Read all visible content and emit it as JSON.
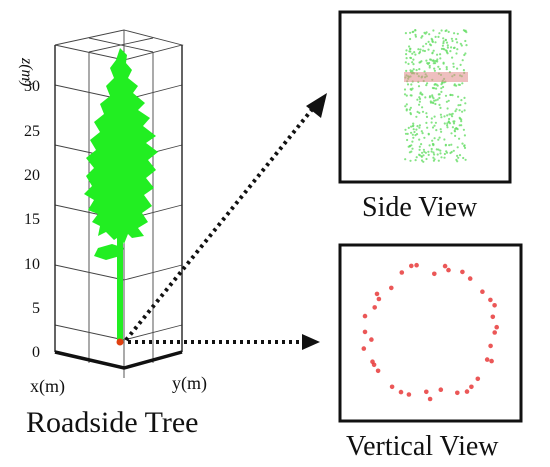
{
  "main_panel": {
    "z_axis_label": "z(m)",
    "z_ticks": [
      "0",
      "5",
      "10",
      "15",
      "20",
      "25",
      "30"
    ],
    "x_axis_label": "x(m)",
    "y_axis_label": "y(m)",
    "caption": "Roadside Tree",
    "tree_color": "#22ee22",
    "base_marker_color": "#e04010"
  },
  "side_view": {
    "caption": "Side View",
    "point_color": "#66dd66",
    "band_color": "#e08a8a"
  },
  "vertical_view": {
    "caption": "Vertical View",
    "point_color": "#e83a3a"
  },
  "arrows": {
    "color": "#111111"
  }
}
